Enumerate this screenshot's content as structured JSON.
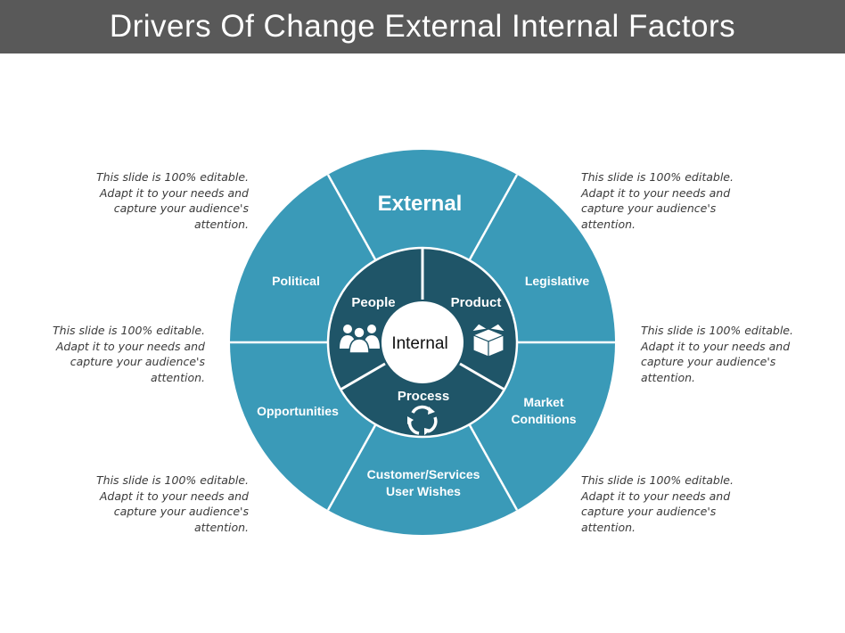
{
  "title": "Drivers Of Change External Internal Factors",
  "colors": {
    "title_bar": "#595959",
    "outer_ring": "#3a9ab8",
    "inner_ring": "#1f5568",
    "divider": "#ffffff",
    "center": "#ffffff"
  },
  "diagram": {
    "outer_title": "External",
    "outer_segments": [
      {
        "label": "Political"
      },
      {
        "label": "Legislative"
      },
      {
        "label": "Market",
        "label2": "Conditions"
      },
      {
        "label": "Customer/Services",
        "label2": "User Wishes"
      },
      {
        "label": "Opportunities"
      }
    ],
    "inner_segments": [
      {
        "label": "People",
        "icon": "people-icon"
      },
      {
        "label": "Product",
        "icon": "gift-box-icon"
      },
      {
        "label": "Process",
        "icon": "cycle-arrows-icon"
      }
    ],
    "center_label": "Internal"
  },
  "captions": {
    "top_left": [
      "This slide is 100% editable.",
      "Adapt it to your needs and",
      "capture your audience's",
      "attention."
    ],
    "mid_left": [
      "This slide is 100% editable.",
      "Adapt it to your needs and",
      "capture your audience's",
      "attention."
    ],
    "bottom_left": [
      "This slide is 100% editable.",
      "Adapt it to your needs and",
      "capture your audience's",
      "attention."
    ],
    "top_right": [
      "This slide is 100% editable.",
      "Adapt it to your needs and",
      "capture your audience's",
      "attention."
    ],
    "mid_right": [
      "This slide is 100% editable.",
      "Adapt it to your needs and",
      "capture your audience's",
      "attention."
    ],
    "bottom_right": [
      "This slide is 100% editable.",
      "Adapt it to your needs and",
      "capture your audience's",
      "attention."
    ]
  }
}
